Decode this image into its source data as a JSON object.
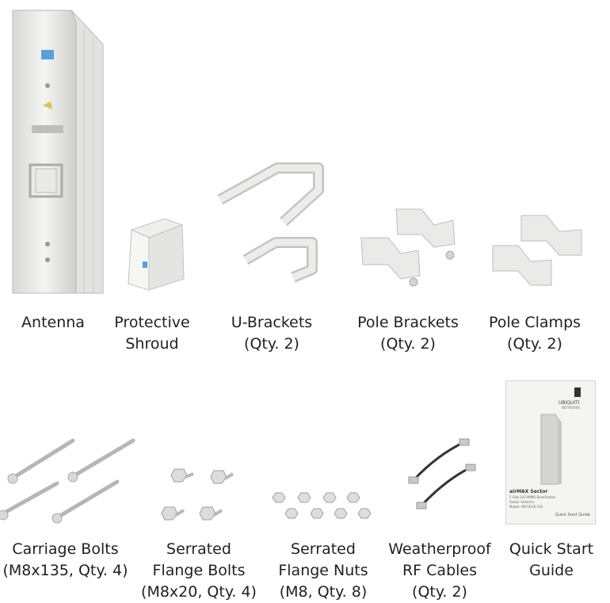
{
  "items": [
    {
      "label_lines": [
        "Antenna"
      ]
    },
    {
      "label_lines": [
        "Protective",
        "Shroud"
      ]
    },
    {
      "label_lines": [
        "U-Brackets",
        "(Qty. 2)"
      ]
    },
    {
      "label_lines": [
        "Pole Brackets",
        "(Qty. 2)"
      ]
    },
    {
      "label_lines": [
        "Pole Clamps",
        "(Qty. 2)"
      ]
    },
    {
      "label_lines": [
        "Carriage Bolts",
        "(M8x135, Qty. 4)"
      ]
    },
    {
      "label_lines": [
        "Serrated",
        "Flange Bolts",
        "(M8x20, Qty. 4)"
      ]
    },
    {
      "label_lines": [
        "Serrated",
        "Flange Nuts",
        "(M8, Qty. 8)"
      ]
    },
    {
      "label_lines": [
        "Weatherproof",
        "RF Cables",
        "(Qty. 2)"
      ]
    },
    {
      "label_lines": [
        "Quick Start",
        "Guide"
      ]
    }
  ],
  "guide_cover": {
    "brand": "UBIQUITI",
    "brand_sub": "NETWORKS",
    "product": "airMAX Sector",
    "subtitle": "5 GHz 2x2 MIMO BaseStation",
    "subtitle2": "Sector Antenna",
    "model": "Model: AM-5G16-120",
    "footer": "Quick Start Guide"
  }
}
